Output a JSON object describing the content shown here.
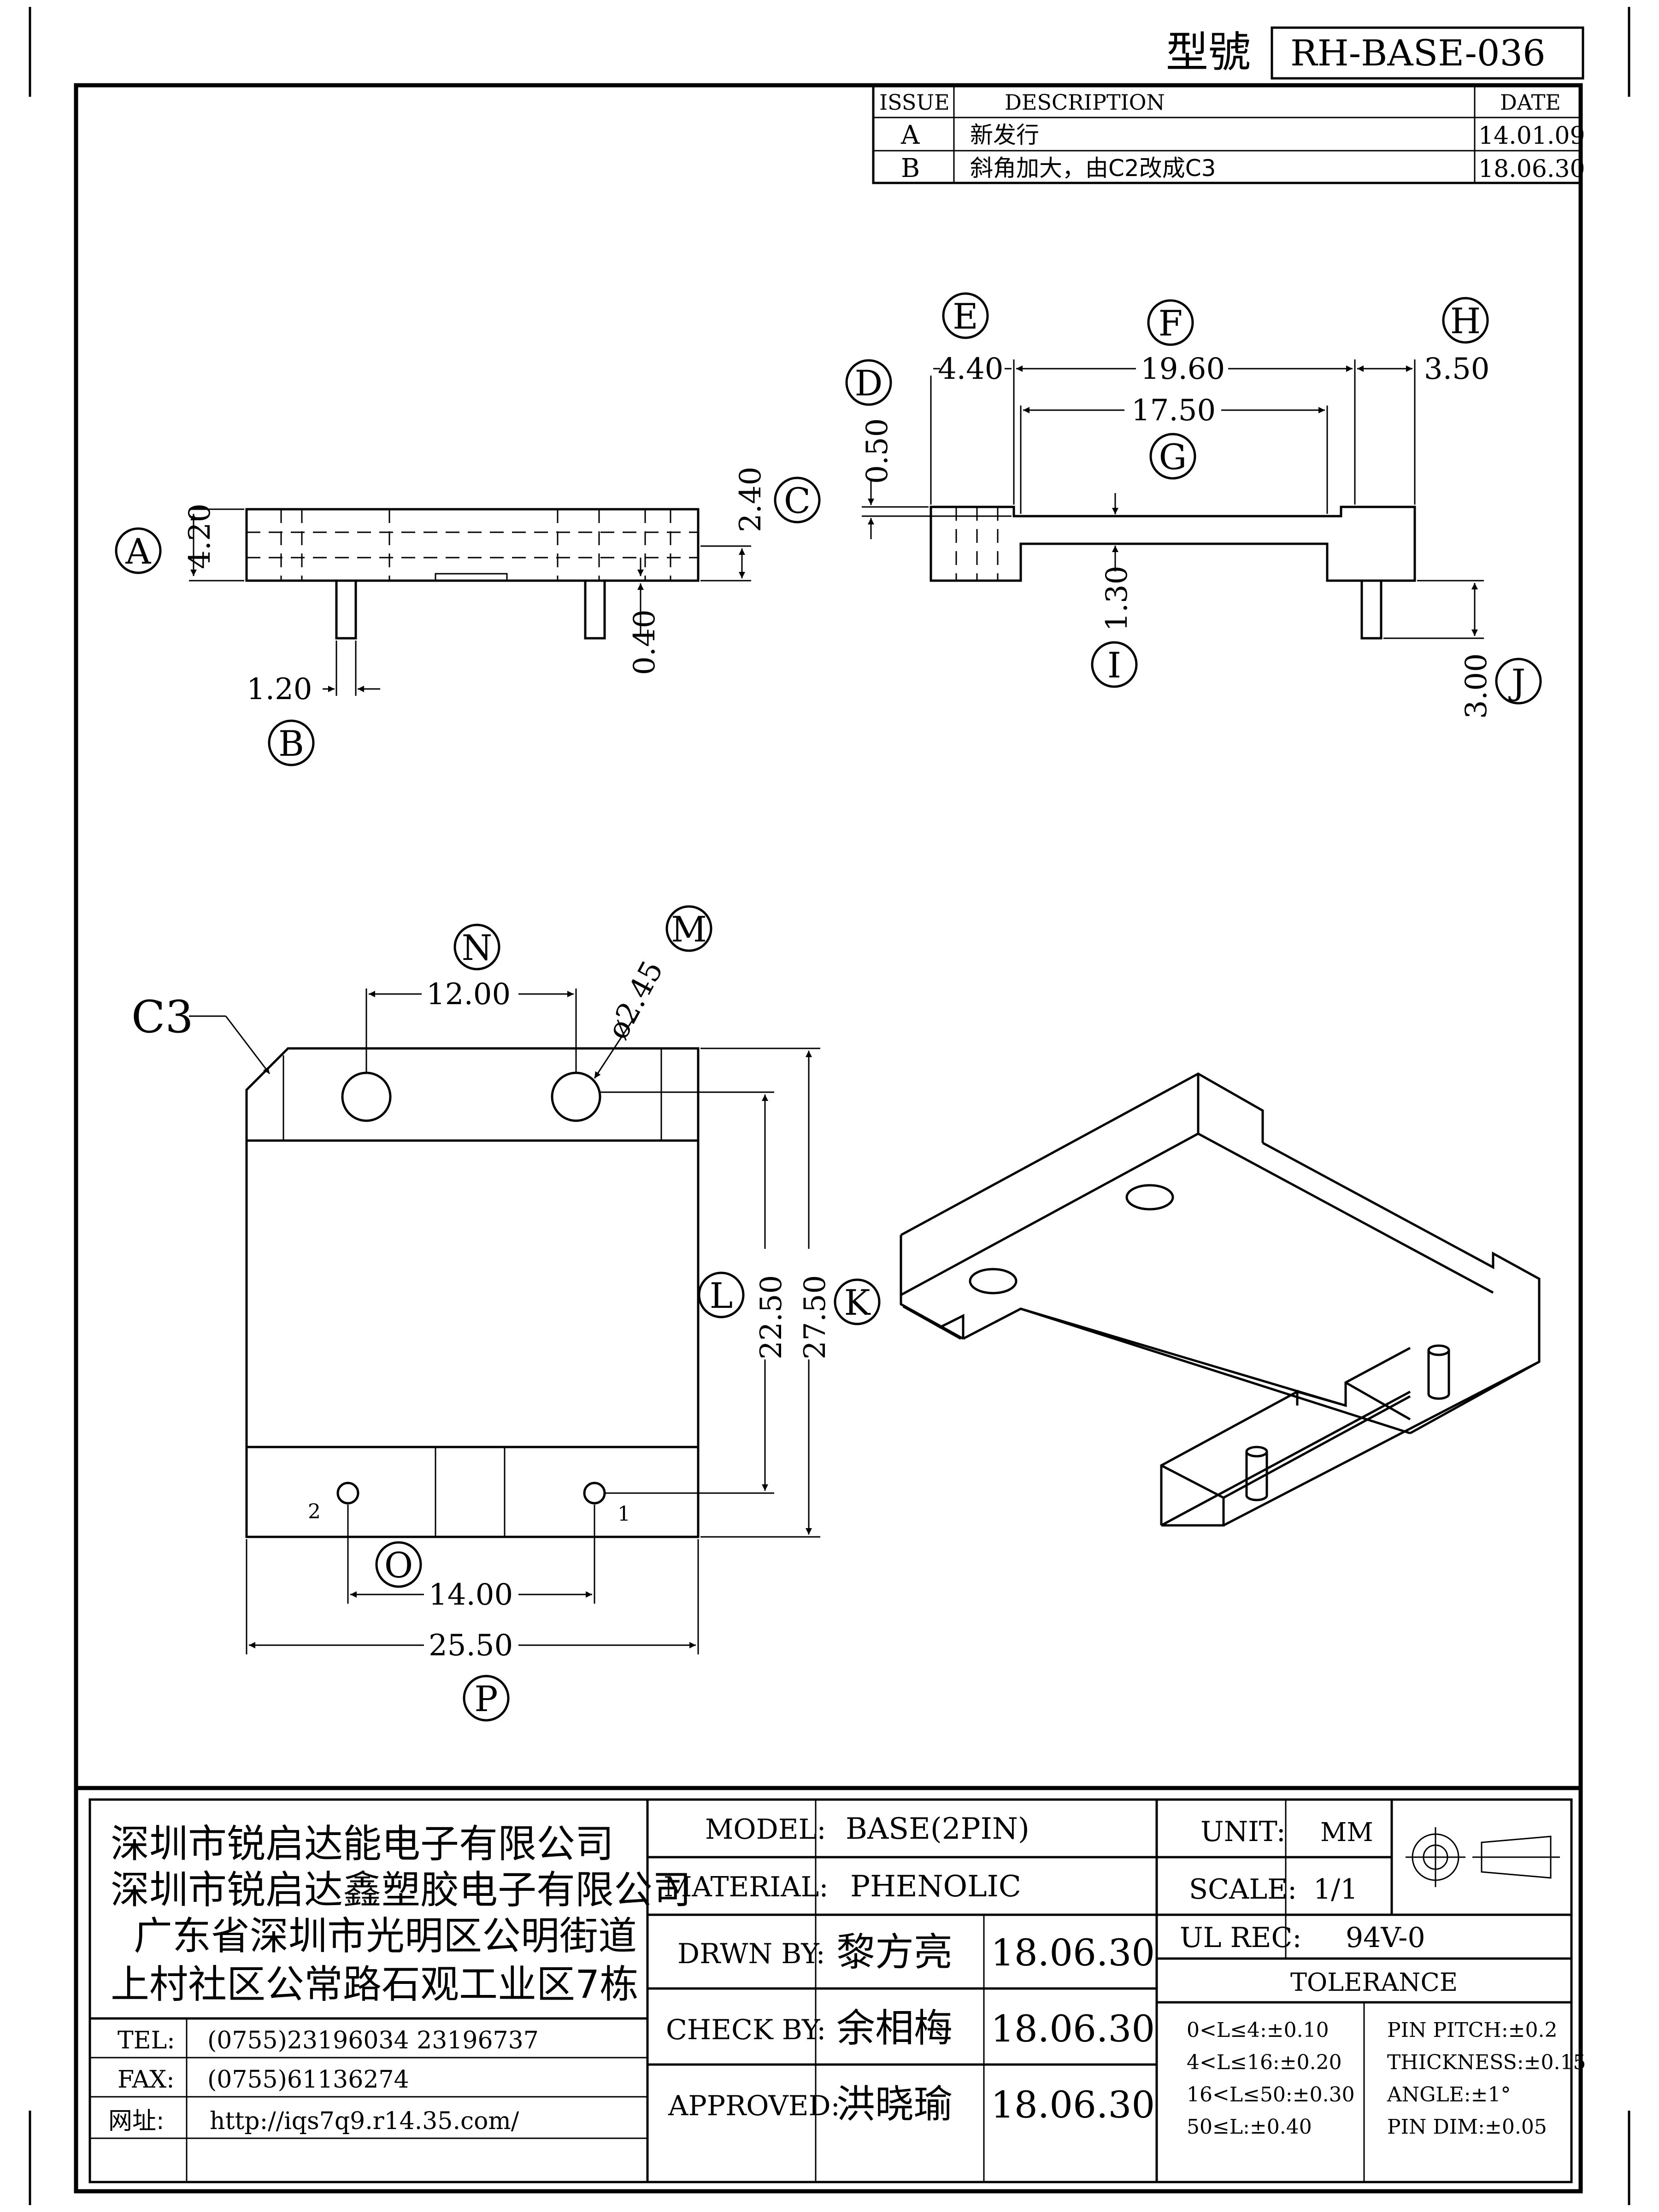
{
  "model_box": {
    "label": "型號",
    "value": "RH-BASE-036"
  },
  "revisions": {
    "headers": {
      "issue": "ISSUE",
      "description": "DESCRIPTION",
      "date": "DATE"
    },
    "rows": [
      {
        "issue": "A",
        "description": "新发行",
        "date": "14.01.09"
      },
      {
        "issue": "B",
        "description": "斜角加大，由C2改成C3",
        "date": "18.06.30"
      }
    ]
  },
  "dimensions": {
    "A": "4.20",
    "B": "1.20",
    "C": "2.40",
    "C_pin": "0.40",
    "D": "0.50",
    "E": "4.40",
    "F": "19.60",
    "G": "17.50",
    "H": "3.50",
    "I": "1.30",
    "J": "3.00",
    "K": "27.50",
    "L": "22.50",
    "M": "ø2.45",
    "N": "12.00",
    "O": "14.00",
    "P": "25.50",
    "chamfer": "C3"
  },
  "callouts": [
    "A",
    "B",
    "C",
    "D",
    "E",
    "F",
    "G",
    "H",
    "I",
    "J",
    "K",
    "L",
    "M",
    "N",
    "O",
    "P"
  ],
  "pins": {
    "pin1": "1",
    "pin2": "2"
  },
  "company": {
    "lines": [
      "深圳市锐启达能电子有限公司",
      "深圳市锐启达鑫塑胶电子有限公司",
      "广东省深圳市光明区公明街道",
      "上村社区公常路石观工业区7栋"
    ],
    "tel_label": "TEL:",
    "tel": "(0755)23196034  23196737",
    "fax_label": "FAX:",
    "fax": "(0755)61136274",
    "web_label": "网址:",
    "web": "http://iqs7q9.r14.35.com/"
  },
  "title_block": {
    "model_label": "MODEL:",
    "model": "BASE(2PIN)",
    "material_label": "MATERIAL:",
    "material": "PHENOLIC",
    "drawn_label": "DRWN BY:",
    "drawn_by": "黎方亮",
    "drawn_date": "18.06.30",
    "check_label": "CHECK BY:",
    "check_by": "余相梅",
    "check_date": "18.06.30",
    "approved_label": "APPROVED:",
    "approved_by": "洪晓瑜",
    "approved_date": "18.06.30",
    "unit_label": "UNIT:",
    "unit": "MM",
    "scale_label": "SCALE:",
    "scale": "1/1",
    "ul_label": "UL REC:",
    "ul": "94V-0",
    "tolerance_label": "TOLERANCE",
    "tolerances_left": [
      "0<L≤4:±0.10",
      "4<L≤16:±0.20",
      "16<L≤50:±0.30",
      "50≤L:±0.40"
    ],
    "tolerances_right": [
      "PIN PITCH:±0.2",
      "THICKNESS:±0.15",
      "ANGLE:±1°",
      "PIN DIM:±0.05"
    ]
  }
}
